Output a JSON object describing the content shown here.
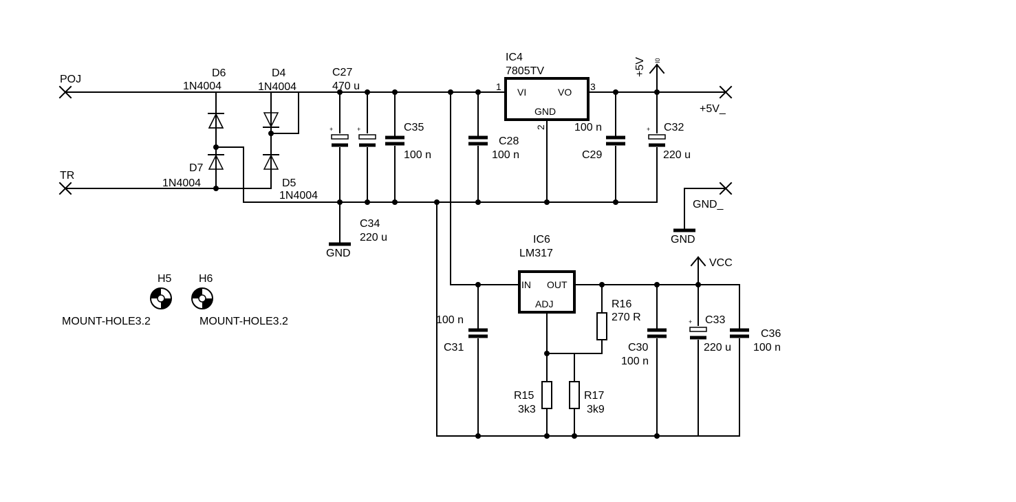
{
  "ports": {
    "poj": "POJ",
    "tr": "TR",
    "p5v_out": "+5V_",
    "gnd_out": "GND_"
  },
  "diodes": {
    "d6": {
      "ref": "D6",
      "value": "1N4004"
    },
    "d4": {
      "ref": "D4",
      "value": "1N4004"
    },
    "d7": {
      "ref": "D7",
      "value": "1N4004"
    },
    "d5": {
      "ref": "D5",
      "value": "1N4004"
    }
  },
  "caps": {
    "c27": {
      "ref": "C27",
      "value": "470 u"
    },
    "c34": {
      "ref": "C34",
      "value": "220 u"
    },
    "c35": {
      "ref": "C35",
      "value": "100 n"
    },
    "c28": {
      "ref": "C28",
      "value": "100 n"
    },
    "c29": {
      "ref": "C29",
      "value": "100 n"
    },
    "c32": {
      "ref": "C32",
      "value": "220 u"
    },
    "c31": {
      "ref": "C31",
      "value": "100 n"
    },
    "c30": {
      "ref": "C30",
      "value": "100 n"
    },
    "c33": {
      "ref": "C33",
      "value": "220 u"
    },
    "c36": {
      "ref": "C36",
      "value": "100 n"
    }
  },
  "ic4": {
    "ref": "IC4",
    "value": "7805TV",
    "pin_vi": "VI",
    "pin_vo": "VO",
    "pin_gnd": "GND",
    "pin1": "1",
    "pin2": "2",
    "pin3": "3"
  },
  "ic6": {
    "ref": "IC6",
    "value": "LM317",
    "pin_in": "IN",
    "pin_out": "OUT",
    "pin_adj": "ADJ"
  },
  "resistors": {
    "r16": {
      "ref": "R16",
      "value": "270 R"
    },
    "r15": {
      "ref": "R15",
      "value": "3k3"
    },
    "r17": {
      "ref": "R17",
      "value": "3k9"
    }
  },
  "supplies": {
    "p5v": "+5V",
    "p5v_pin": "I0",
    "vcc": "VCC",
    "gnd1": "GND",
    "gnd2": "GND",
    "plus_mark": "+"
  },
  "holes": {
    "h5": {
      "ref": "H5",
      "value": "MOUNT-HOLE3.2"
    },
    "h6": {
      "ref": "H6",
      "value": "MOUNT-HOLE3.2"
    }
  }
}
